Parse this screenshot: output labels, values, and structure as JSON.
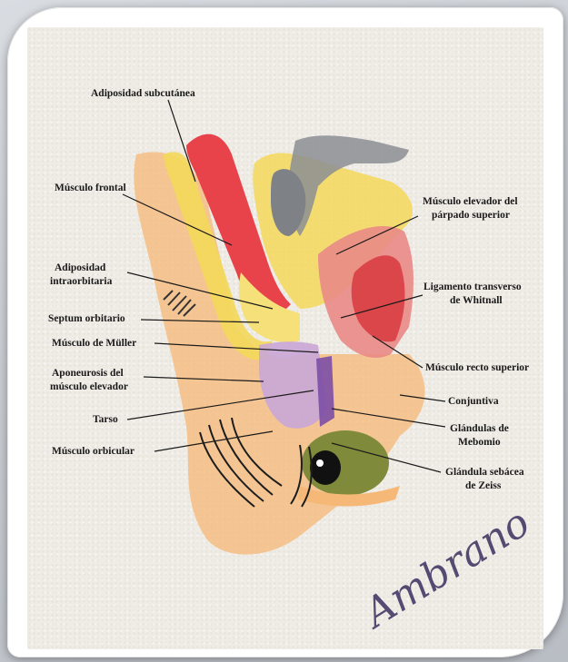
{
  "labels": {
    "adiposidad_subcutanea": "Adiposidad subcutánea",
    "musculo_frontal": "Músculo frontal",
    "adiposidad_intraorbitaria_1": "Adiposidad",
    "adiposidad_intraorbitaria_2": "intraorbitaria",
    "septum_orbitario": "Septum orbitario",
    "musculo_muller": "Músculo de Müller",
    "aponeurosis_1": "Aponeurosis del",
    "aponeurosis_2": "músculo elevador",
    "tarso": "Tarso",
    "musculo_orbicular": "Músculo orbicular",
    "musculo_elevador_1": "Músculo elevador del",
    "musculo_elevador_2": "párpado superior",
    "ligamento_1": "Ligamento transverso",
    "ligamento_2": "de Whitnall",
    "musculo_recto_superior": "Músculo recto superior",
    "conjuntiva": "Conjuntiva",
    "glandulas_1": "Glándulas de",
    "glandulas_2": "Mebomio",
    "glandula_sebacea_1": "Glándula sebácea",
    "glandula_sebacea_2": "de Zeiss"
  },
  "signature": "Ambrano",
  "colors": {
    "muscle_red": "#e8424a",
    "fat_yellow": "#f3d85a",
    "skin_orange": "#f6b877",
    "lavender": "#c9a6d6",
    "bone_gray": "#8b8e93",
    "eye_green": "#7f8a3a"
  }
}
